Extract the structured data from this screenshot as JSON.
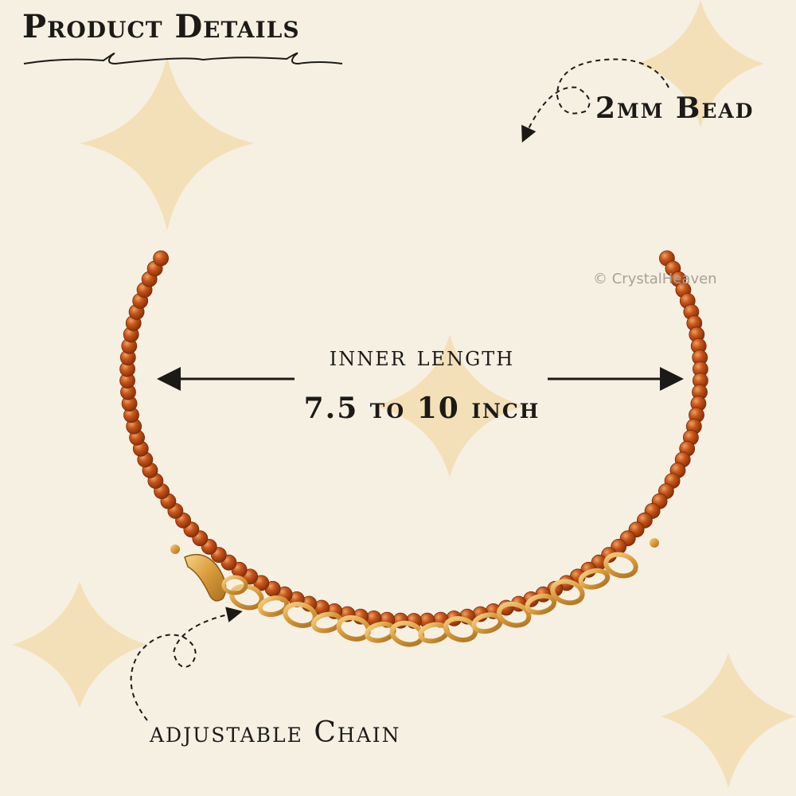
{
  "title": "Product Details",
  "bead_label": "2mm Bead",
  "inner_length_label": "inner length",
  "inner_length_range": "7.5 to 10 inch",
  "chain_label": "adjustable Chain",
  "watermark": "© CrystalHeaven",
  "colors": {
    "background": "#f6f0e3",
    "sparkle": "#f3ddb0",
    "bead": "#b9460e",
    "bead_highlight": "#f0a060",
    "gold": "#d89a3a",
    "text": "#1c1a17"
  },
  "icons": [
    "sparkle-icon",
    "arrow-left-icon",
    "arrow-right-icon",
    "curved-dashed-arrow-icon",
    "flourish-divider-icon"
  ]
}
